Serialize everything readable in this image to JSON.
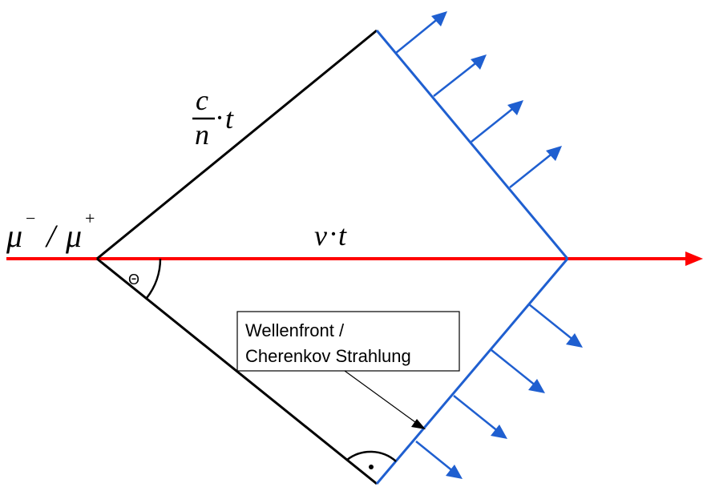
{
  "labels": {
    "particle_mu_minus": "μ",
    "particle_minus_sup": "−",
    "particle_slash": "/",
    "particle_mu_plus": "μ",
    "particle_plus_sup": "+",
    "velocity_v": "v",
    "velocity_dot": "·",
    "velocity_t": "t",
    "fraction_numerator": "c",
    "fraction_denominator": "n",
    "fraction_dot": "·",
    "fraction_t": "t",
    "angle": "Θ",
    "annotation_line1": "Wellenfront /",
    "annotation_line2": "Cherenkov Strahlung"
  },
  "colors": {
    "particle_track": "#ff0000",
    "wavefront": "#1f5fd0",
    "arrows": "#1f5fd0",
    "light_path": "#000000"
  }
}
